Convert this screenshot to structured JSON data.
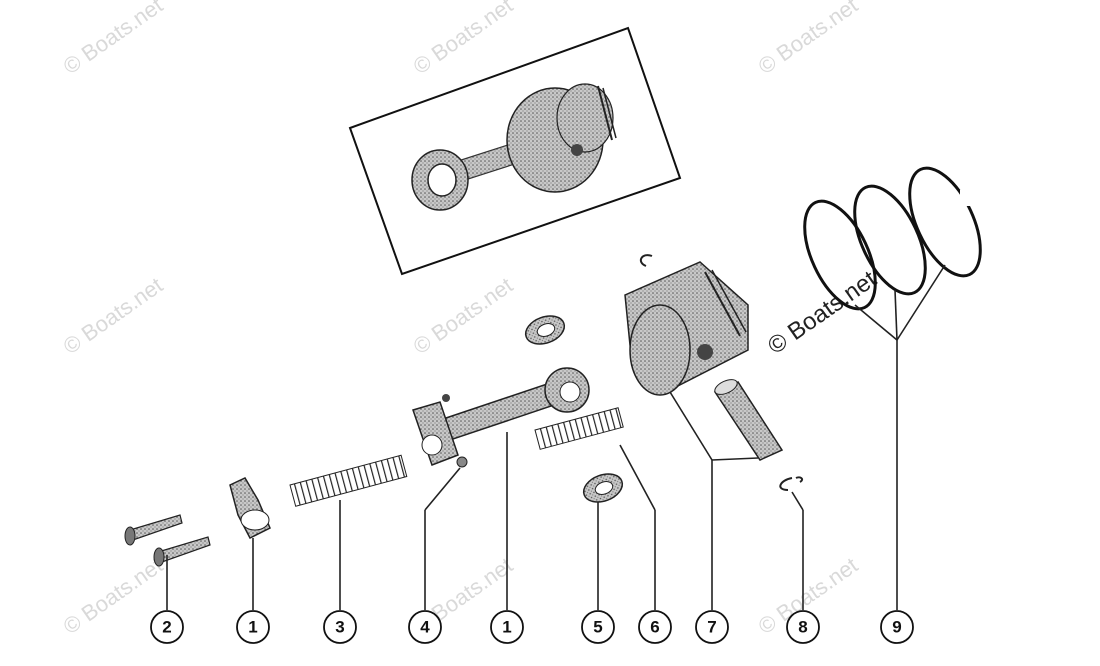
{
  "watermark": {
    "text": "© Boats.net"
  },
  "callouts": [
    {
      "id": "c-2",
      "label": "2"
    },
    {
      "id": "c-1a",
      "label": "1"
    },
    {
      "id": "c-3",
      "label": "3"
    },
    {
      "id": "c-4",
      "label": "4"
    },
    {
      "id": "c-1b",
      "label": "1"
    },
    {
      "id": "c-5",
      "label": "5"
    },
    {
      "id": "c-6",
      "label": "6"
    },
    {
      "id": "c-7",
      "label": "7"
    },
    {
      "id": "c-8",
      "label": "8"
    },
    {
      "id": "c-9",
      "label": "9"
    }
  ]
}
